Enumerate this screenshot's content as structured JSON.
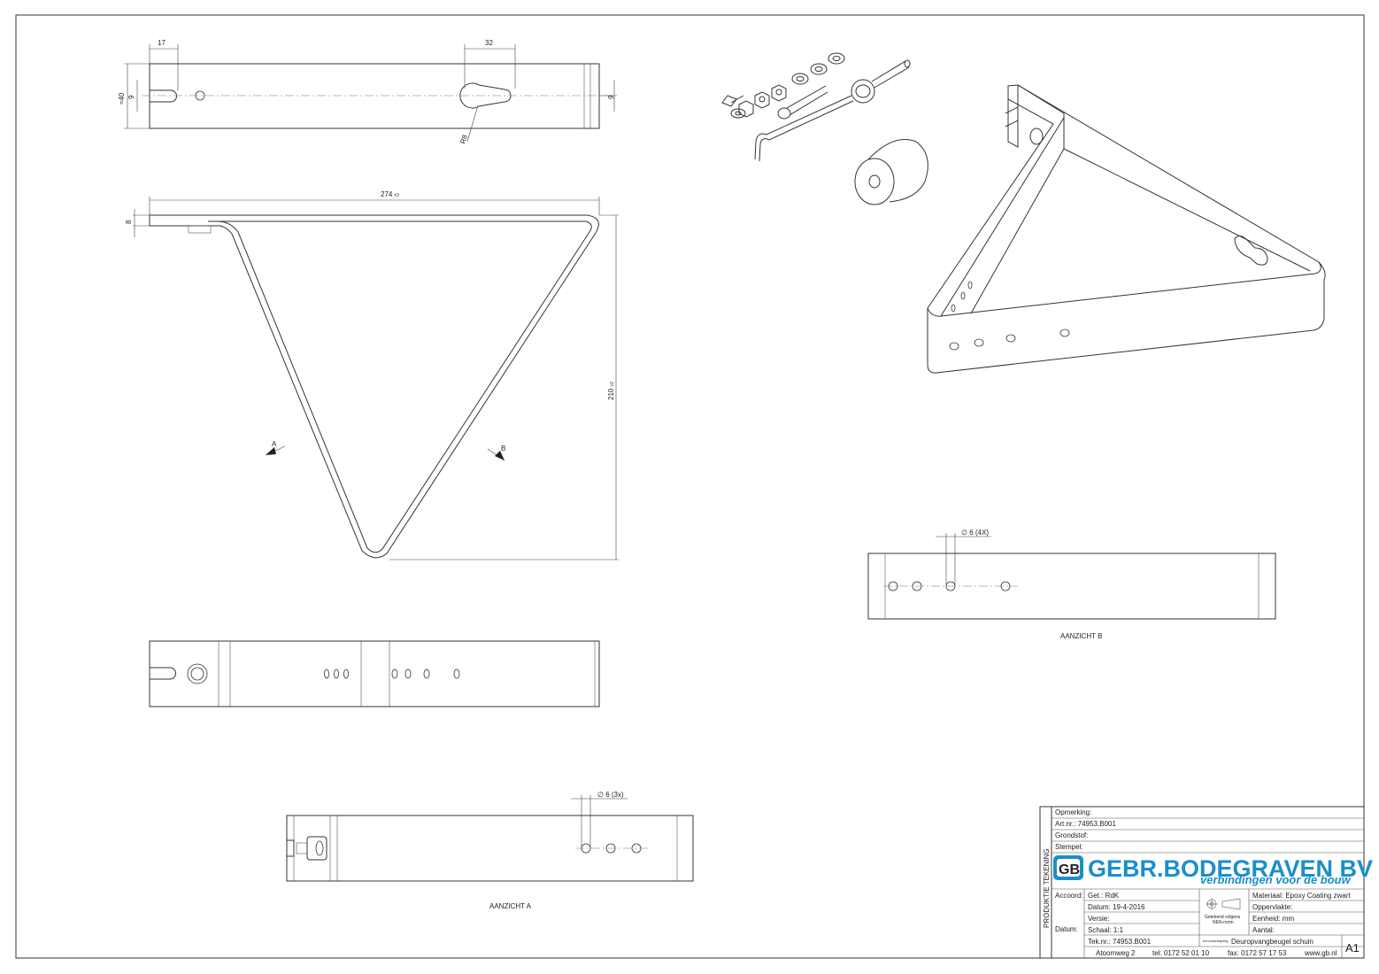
{
  "dimensions": {
    "top_left_width": "17",
    "top_slot_width": "32",
    "top_height": "≈40",
    "top_half_left": "9",
    "top_half_right": "9",
    "top_radius": "R8",
    "side_length": "274",
    "side_length_tol": "±2",
    "side_thickness": "8",
    "side_height": "210",
    "side_height_tol": "±2",
    "hole_b": "∅ 6 (4X)",
    "hole_a": "∅ 6 (3x)"
  },
  "view_markers": {
    "a": "A",
    "b": "B"
  },
  "captions": {
    "view_b": "AANZICHT B",
    "view_a": "AANZICHT A"
  },
  "title_block": {
    "vertical_label": "PRODUKTIE TEKENING",
    "remark_label": "Opmerking:",
    "article": "Art.nr.:  74953.B001",
    "raw_material": "Grondstof:",
    "stamp": "Stempel:",
    "logo_letters": "GB",
    "company": "GEBR.BODEGRAVEN BV",
    "tagline": "verbindingen voor de bouw",
    "approval_label": "Accoord:",
    "date_label": "Datum:",
    "drawn_by": "Get.: RdK",
    "date": "Datum: 19-4-2016",
    "version": "Versie:",
    "scale": "Schaal: 1:1",
    "drawing_number": "Tek.nr.: 74953.B001",
    "nen_note_1": "Getekend volgens",
    "nen_note_2": "NEN-norm",
    "material": "Materiaal: Epoxy Coating zwart",
    "surface": "Oppervlakte:",
    "unit": "Eenheid: mm",
    "quantity": "Aantal:",
    "description_label": "Art.omschrijving",
    "description": "Deuropvangbeugel schuin",
    "sheet_size": "A1",
    "address": "Atoomweg 2",
    "phone": "tel: 0172 52 01 10",
    "fax": "fax: 0172 57 17 53",
    "website": "www.gb.nl"
  }
}
